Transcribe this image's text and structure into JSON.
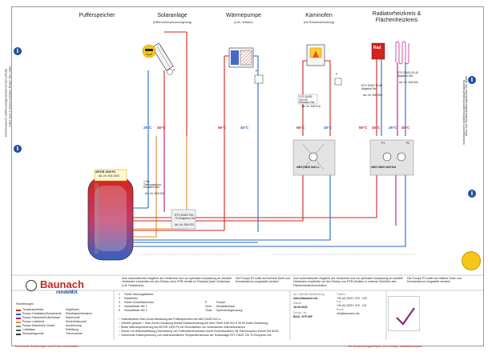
{
  "headings": {
    "puffer": "Pufferspeicher",
    "solar": "Solaranlage",
    "solar_sub": "(Differenztemperaturregelung)",
    "waerme": "Wärmepumpe",
    "waerme_sub": "(Luft / Wasser)",
    "kamin": "Kaminofen",
    "kamin_sub": "(mit Rücklaufanhebung)",
    "heiz": "Radiatorheizkreis &",
    "heiz2": "Flächenheizkreis"
  },
  "side_left": {
    "line1": "Infos zum 2-Zonen-Einbau finden Sie unter",
    "line2": "www.baunach.net/loesungen/zwei-zonen-prinzip"
  },
  "side_right": {
    "line1": "Infos zur Rücklaufnutzung finden Sie unter",
    "line2": "www.baunach.net/loesungen/rücklaufnutzung"
  },
  "temps": {
    "t1": "25°C",
    "t2": "40°C",
    "t3": "55°C",
    "t4": "40°C",
    "t5": "55°C",
    "t6": "40°C",
    "t7": "55°C",
    "t8": "40°C",
    "t9": "25°C",
    "t10": "40°C"
  },
  "components": {
    "storage": "rMTOR 1000 P4",
    "storage_art": "Art.-Nr. 503 1000",
    "thermosiphon": "1 Stk Thermosiphon-Einzelteil-Set",
    "thermosiphon_art": "Art.-Nr. 503 000",
    "rtv": "RTV DN25 T20-70 Einsperre-Set",
    "rtv_art": "Art.-Nr. 504 023",
    "vtr": "VTR DN25 T60-90 Rücklauf-Set",
    "vtr_art": "Art.-Nr. 506 010",
    "mix1": "rMIX DN25 3x8 LL",
    "mix2": "rMIX DN25 3x8+3x3",
    "rtv_rad": "RTV DN15 70-80 Abgleich-Set",
    "rtv_rad_art": "Art.-Nr. 506 600",
    "rtv_flaech": "RTV DN15 20-40 Abgleich-Set",
    "rtv_flaech_art": "Art.-Nr. 506 600",
    "rad": "Rad",
    "p_solar": "P",
    "p_wp": "P",
    "p_kamin": "P",
    "p_heiz1": "P1",
    "p_heiz2": "P2"
  },
  "notes": {
    "n1": "Zum automatischen Abgleich der Heizkreise und zur optimalen Anpassung an variable Heizlasten empfehlen wir den Einbau einer RTB-Ventile im Rücklauf jeder Heizkreise (z.B. Radiatoren).",
    "n2": "Die Pumpe P2 sollte auf kleinste Stufe und Konstantdruck eingestellt werden!",
    "n3": "Zum automatischen Abgleich der Heizkreise und zur optimalen Anpassung an variable Heizlasten empfehlen wir den Einbau von RTB-Ventilen in unterste Schleifen des Flächenheizkreisverteilers.",
    "n4": "Die Pumpe P1 sollte auf mittlere Stufe und Konstantdruck eingestellt werden!"
  },
  "logo": {
    "name": "Baunach",
    "sub": "rendeMIX"
  },
  "legend_title": "Rohrleitungen",
  "legend_items": [
    "Temperaturfühler",
    "Pumpe Gravitation/Schwerkraft",
    "Pumpe Heizkreis/Solar/Kessel",
    "Pumpe Ladekreis",
    "Pumpe Mischkreis Vorlauf",
    "Luftablass",
    "Rückschlagventil"
  ],
  "legend_items2": [
    "Kugelhahn",
    "Rückflussverhinderer",
    "Mischventil",
    "Sicherheitsventil",
    "Ausdehnung",
    "Entlüftung",
    "Thermometer"
  ],
  "sensor_legend": [
    {
      "code": "1",
      "text": "Fühler Heizungsbetrieb"
    },
    {
      "code": "2",
      "text": "Solarfühler"
    },
    {
      "code": "3",
      "text": "Fühler Schichtladmodul"
    },
    {
      "code": "4",
      "text": "Vorlauffühler MK 1"
    },
    {
      "code": "5",
      "text": "Vorlauffühler MK 2"
    }
  ],
  "sensor_legend2": [
    {
      "code": "P",
      "text": "Pumpe"
    },
    {
      "code": "Vmin",
      "text": "Mindestumlauf"
    },
    {
      "code": "Tmax",
      "text": "Speicherbegrenzung"
    }
  ],
  "feature_list": [
    "Hocheffiziente Zwei-Zonen-Beladung des Pufferspeichers mit rMIX DN25 3x3 LL",
    "Verteiler gespart + Zwei-Zonen-Schaltung bereits Rücklaufnutzung mit rMIX DN25 3x8+3x3 R 35 für beste Schichtung",
    "Beste Wärmespeicherung mit rMTOR 1000 P4 mit Schichtladern zur verbesserten Wärmeentnahme",
    "Schutz vor Wärmeableitung (Vermeidung von Pufferwärmeverlusten durch Rohrzirkulation) mit Thermosiphon-Einzel-Set DN32",
    "Gehemmte Eintemperierung von unterschiedlichen Temperaturniveaus der Solaranlage RTV DN25 T20-70 Einsperre-Set"
  ],
  "title_block": {
    "label1": "Art. nächste Bearbeitung",
    "value1": "Info@baunach.net",
    "label2": "Datum",
    "value2": "18.09.2023",
    "label3": "Zeichn.-Nr.",
    "value3": "B241_STP-WP",
    "label4": "Telefon",
    "value4": "+49 (0) 2633 / 475 - 120",
    "label5": "Fax",
    "value5": "+49 (0) 2633 / 475 - 121",
    "label6": "Email",
    "value6": "info@baunach.net"
  },
  "footer_left": "Technische Änderungen und Irrtum vorbehalten",
  "footer_right": "Nur Anwendungsbeispiel, kein fertiger Installationsplan!",
  "colors": {
    "hot": "#d2231c",
    "cold": "#2568c8",
    "mid": "#c0157a",
    "orange": "#e58a1f",
    "brand": "#1f4e9c"
  }
}
